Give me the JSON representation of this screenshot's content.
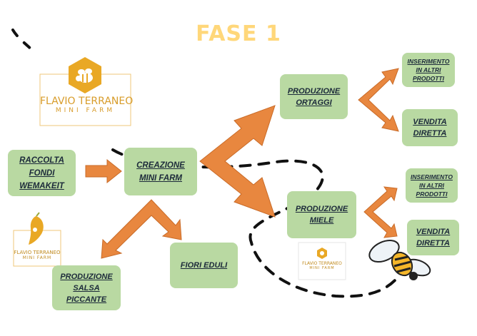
{
  "title": "FASE 1",
  "colors": {
    "box": "#b9d9a2",
    "arrow": "#e8873f",
    "title": "#ffd77a",
    "logo": "#e9a825"
  },
  "logo_main": {
    "line1": "FLAVIO TERRANEO",
    "line2": "MINI FARM"
  },
  "logo_pepper": {
    "line1": "FLAVIO TERRANEO",
    "line2": "MINI FARM"
  },
  "logo_small": {
    "line1": "FLAVIO TERRANEO",
    "line2": "MINI FARM"
  },
  "nodes": {
    "raccolta": "RACCOLTA\nFONDI\nWEMAKEIT",
    "creazione": "CREAZIONE\nMINI FARM",
    "ortaggi": "PRODUZIONE\nORTAGGI",
    "ortaggi_inserimento": "INSERIMENTO\nIN ALTRI\nPRODOTTI",
    "ortaggi_vendita": "VENDITA\nDIRETTA",
    "miele": "PRODUZIONE\nMIELE",
    "miele_inserimento": "INSERIMENTO\nIN ALTRI\nPRODOTTI",
    "miele_vendita": "VENDITA\nDIRETTA",
    "fiori": "FIORI EDULI",
    "salsa": "PRODUZIONE\nSALSA PICCANTE"
  },
  "icons": [
    "bee-icon",
    "hexagon-icon",
    "chili-pepper-icon"
  ]
}
